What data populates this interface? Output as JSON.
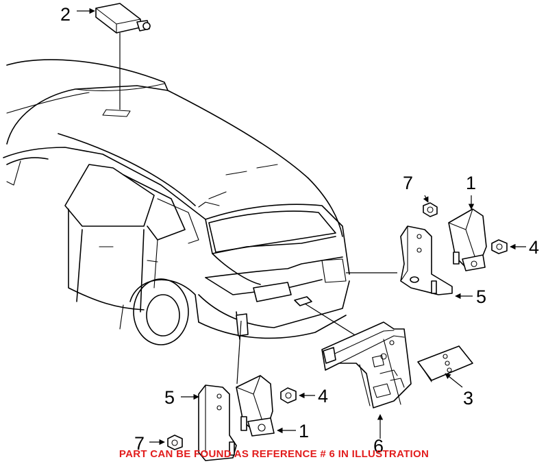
{
  "callouts": {
    "part_1_top": "1",
    "part_1_bottom": "1",
    "part_2": "2",
    "part_3": "3",
    "part_4_top": "4",
    "part_4_bottom": "4",
    "part_5_top": "5",
    "part_5_bottom": "5",
    "part_6": "6",
    "part_7_top": "7",
    "part_7_bottom": "7"
  },
  "caption": "PART CAN BE FOUND AS REFERENCE # 6 IN ILLUSTRATION",
  "colors": {
    "caption": "#e21c1c",
    "linework": "#000000",
    "background": "#ffffff"
  }
}
